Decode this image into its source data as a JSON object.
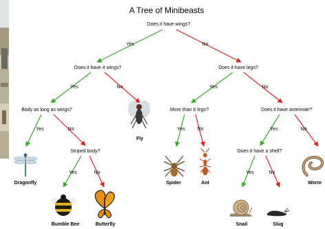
{
  "title": "A Tree of Minibeasts",
  "questions": {
    "root": "Does it have wings?",
    "four_wings": "Does it have 4 wings?",
    "legs": "Does it have legs?",
    "body_long": "Body as long as wings?",
    "six_legs": "More than 6 legs?",
    "antennae": "Does it have antennae?",
    "striped": "Striped body?",
    "shell": "Does it have a shell?"
  },
  "answers": {
    "yes": "Yes",
    "no": "No"
  },
  "animals": {
    "fly": "Fly",
    "dragonfly": "Dragonfly",
    "spider": "Spider",
    "ant": "Ant",
    "worm": "Worm",
    "bumble_bee": "Bumble Bee",
    "butterfly": "Butterfly",
    "snail": "Snail",
    "slug": "Slug"
  },
  "colors": {
    "yes_arrow": "#33aa22",
    "no_arrow": "#e02020"
  }
}
